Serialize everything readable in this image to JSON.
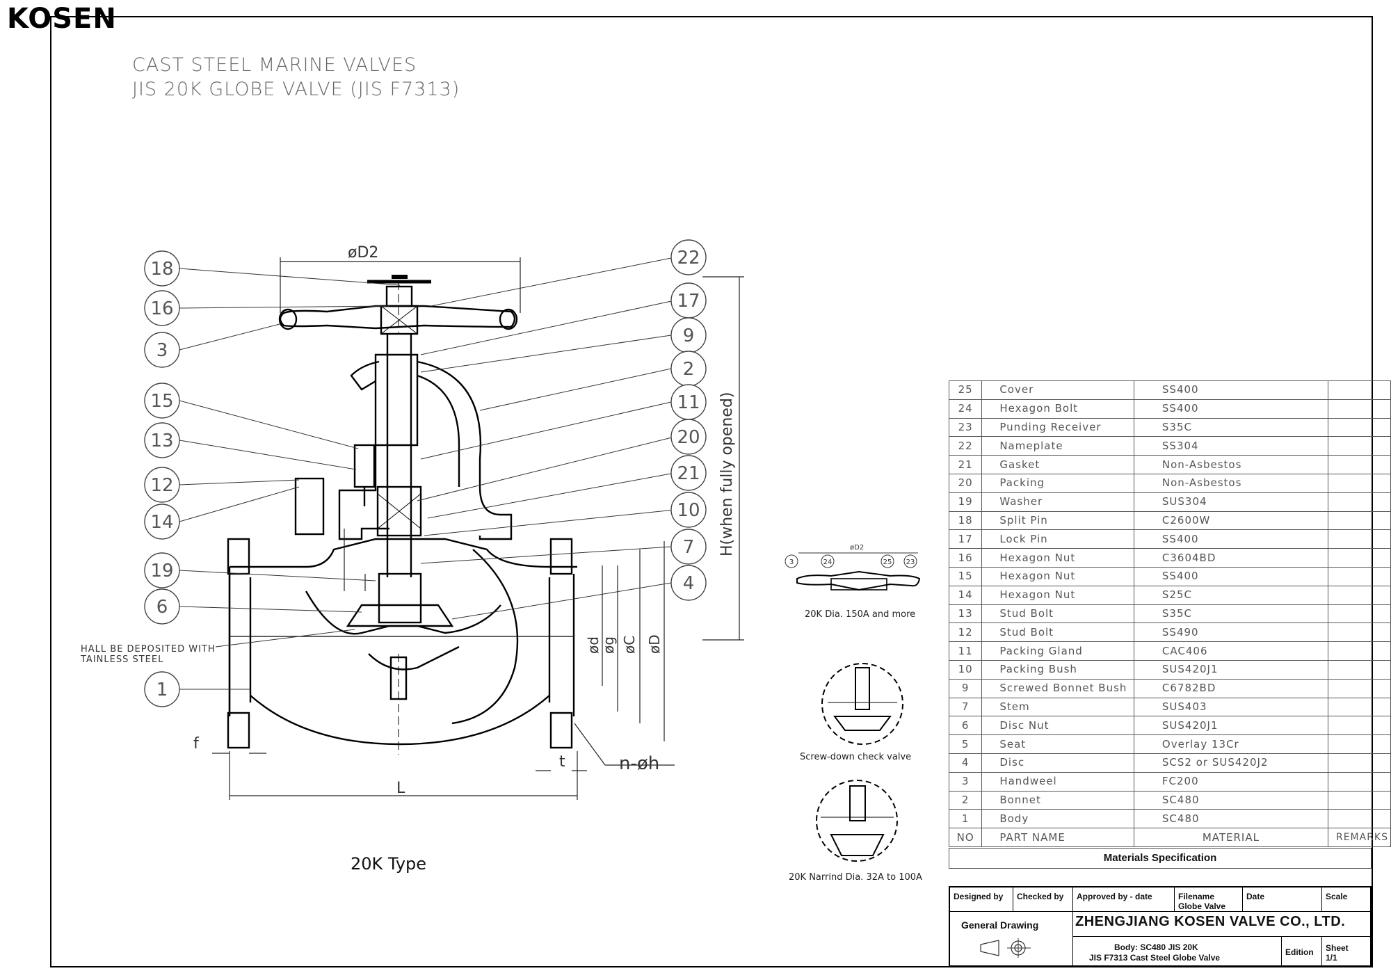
{
  "brand": {
    "logo": "KOSEN"
  },
  "titles": {
    "line1": "CAST STEEL MARINE VALVES",
    "line2": "JIS 20K GLOBE VALVE (JIS F7313)"
  },
  "dimension_labels": {
    "d2": "øD2",
    "h": "H(when fully opened)",
    "d": "ød",
    "g": "øg",
    "c": "øC",
    "D": "øD",
    "f": "f",
    "t": "t",
    "bolts": "n-øh",
    "L": "L"
  },
  "note": {
    "line1": "HALL BE DEPOSITED WITH",
    "line2": "TAINLESS STEEL"
  },
  "type_label": "20K Type",
  "balloons_left": [
    "18",
    "16",
    "3",
    "15",
    "13",
    "12",
    "14",
    "19",
    "6",
    "1"
  ],
  "balloons_right": [
    "22",
    "17",
    "9",
    "2",
    "11",
    "20",
    "21",
    "10",
    "7",
    "4"
  ],
  "detail_views": {
    "handwheel": {
      "caption": "20K Dia. 150A and more",
      "dim": "øD2",
      "balloons": [
        "3",
        "24",
        "25",
        "23"
      ]
    },
    "check": {
      "caption": "Screw-down check valve"
    },
    "narrow": {
      "caption": "20K Narrind Dia. 32A to 100A"
    }
  },
  "parts": [
    {
      "no": "25",
      "name": "Cover",
      "material": "SS400",
      "remarks": ""
    },
    {
      "no": "24",
      "name": "Hexagon Bolt",
      "material": "SS400",
      "remarks": ""
    },
    {
      "no": "23",
      "name": "Punding Receiver",
      "material": "S35C",
      "remarks": ""
    },
    {
      "no": "22",
      "name": "Nameplate",
      "material": "SS304",
      "remarks": ""
    },
    {
      "no": "21",
      "name": "Gasket",
      "material": "Non-Asbestos",
      "remarks": ""
    },
    {
      "no": "20",
      "name": "Packing",
      "material": "Non-Asbestos",
      "remarks": ""
    },
    {
      "no": "19",
      "name": "Washer",
      "material": "SUS304",
      "remarks": ""
    },
    {
      "no": "18",
      "name": "Split Pin",
      "material": "C2600W",
      "remarks": ""
    },
    {
      "no": "17",
      "name": "Lock Pin",
      "material": "SS400",
      "remarks": ""
    },
    {
      "no": "16",
      "name": "Hexagon Nut",
      "material": "C3604BD",
      "remarks": ""
    },
    {
      "no": "15",
      "name": "Hexagon Nut",
      "material": "SS400",
      "remarks": ""
    },
    {
      "no": "14",
      "name": "Hexagon Nut",
      "material": "S25C",
      "remarks": ""
    },
    {
      "no": "13",
      "name": "Stud Bolt",
      "material": "S35C",
      "remarks": ""
    },
    {
      "no": "12",
      "name": "Stud Bolt",
      "material": "SS490",
      "remarks": ""
    },
    {
      "no": "11",
      "name": "Packing Gland",
      "material": "CAC406",
      "remarks": ""
    },
    {
      "no": "10",
      "name": "Packing Bush",
      "material": "SUS420J1",
      "remarks": ""
    },
    {
      "no": "9",
      "name": "Screwed Bonnet Bush",
      "material": "C6782BD",
      "remarks": ""
    },
    {
      "no": "7",
      "name": "Stem",
      "material": "SUS403",
      "remarks": ""
    },
    {
      "no": "6",
      "name": "Disc Nut",
      "material": "SUS420J1",
      "remarks": ""
    },
    {
      "no": "5",
      "name": "Seat",
      "material": "Overlay 13Cr",
      "remarks": ""
    },
    {
      "no": "4",
      "name": "Disc",
      "material": "SCS2 or SUS420J2",
      "remarks": ""
    },
    {
      "no": "3",
      "name": "Handweel",
      "material": "FC200",
      "remarks": ""
    },
    {
      "no": "2",
      "name": "Bonnet",
      "material": "SC480",
      "remarks": ""
    },
    {
      "no": "1",
      "name": "Body",
      "material": "SC480",
      "remarks": ""
    }
  ],
  "parts_header": {
    "no": "NO",
    "name": "PART  NAME",
    "material": "MATERIAL",
    "remarks": "REMARKS"
  },
  "spec_title": "Materials Specification",
  "title_block": {
    "designed_by": "Designed by",
    "checked_by": "Checked by",
    "approved_by": "Approved by - date",
    "filename_label": "Filename",
    "filename_value": "Globe Valve",
    "date_label": "Date",
    "scale_label": "Scale",
    "general_drawing": "General Drawing",
    "company": "ZHENGJIANG KOSEN VALVE CO., LTD.",
    "body_line": "Body: SC480  JIS 20K",
    "desc_line": "JIS F7313 Cast Steel Globe Valve",
    "edition_label": "Edition",
    "sheet_label": "Sheet",
    "sheet_value": "1/1"
  }
}
